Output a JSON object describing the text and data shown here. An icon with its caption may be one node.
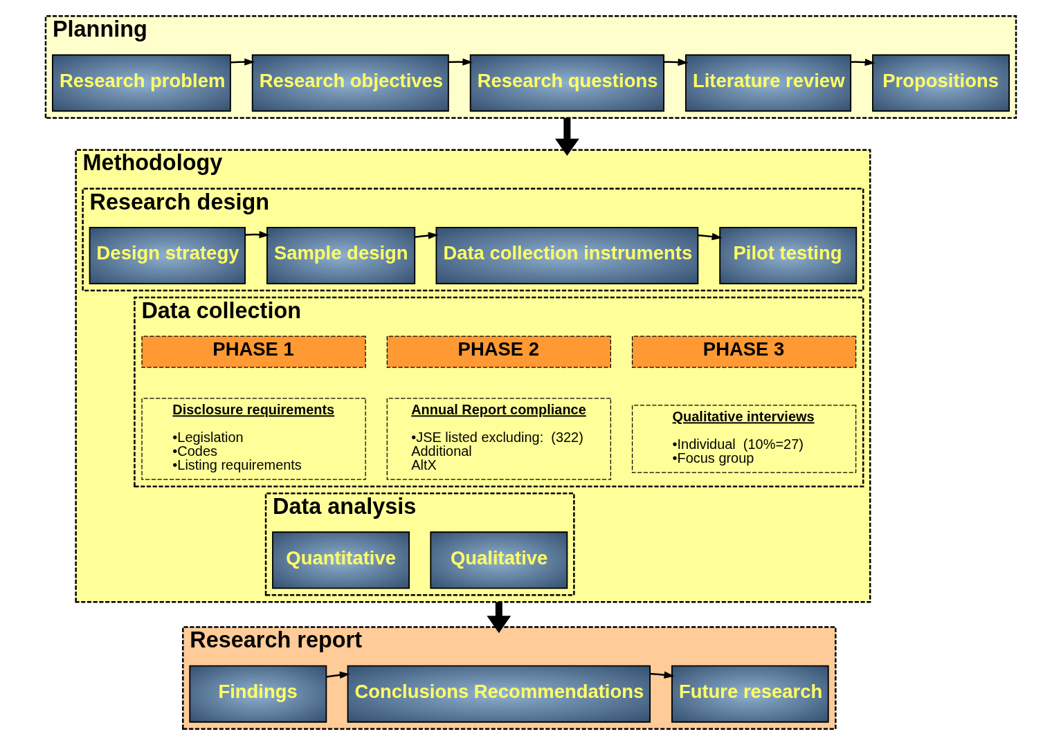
{
  "diagram": {
    "nodes": [
      {
        "text": [
          "Planning"
        ]
      },
      {
        "text": [
          "Research problem"
        ],
        "in": 0
      },
      {
        "text": [
          "Research objectives"
        ],
        "in": 0
      },
      {
        "text": [
          "Research questions"
        ],
        "in": 0
      },
      {
        "text": [
          "Literature review"
        ],
        "in": 0
      },
      {
        "text": [
          "Propositions"
        ],
        "in": 0
      },
      {
        "text": [
          "Methodology"
        ]
      },
      {
        "text": [
          "Research design"
        ],
        "in": 6
      },
      {
        "text": [
          "Design strategy"
        ],
        "in": 7
      },
      {
        "text": [
          "Sample design"
        ],
        "in": 7
      },
      {
        "text": [
          "Data collection instruments"
        ],
        "in": 7
      },
      {
        "text": [
          "Pilot testing"
        ],
        "in": 7
      },
      {
        "text": [
          "Data collection"
        ],
        "in": 6
      },
      {
        "text": [
          "PHASE 1"
        ],
        "in": 12
      },
      {
        "text": [
          "PHASE 2"
        ],
        "in": 12
      },
      {
        "text": [
          "PHASE 3"
        ],
        "in": 12
      },
      {
        "text": [
          "Disclosure requirements",
          "•Legislation",
          "•Codes",
          "•Listing requirements"
        ],
        "in": 12
      },
      {
        "text": [
          "Annual Report compliance",
          "•JSE listed excluding:  (322)",
          "Additional",
          "AltX"
        ],
        "in": 12
      },
      {
        "text": [
          "Qualitative interviews",
          "•Individual  (10%=27)",
          "•Focus group"
        ],
        "in": 12
      },
      {
        "text": [
          "Data analysis"
        ],
        "in": 6
      },
      {
        "text": [
          "Quantitative"
        ],
        "in": 19
      },
      {
        "text": [
          "Qualitative"
        ],
        "in": 19
      },
      {
        "text": [
          "Research report"
        ]
      },
      {
        "text": [
          "Findings"
        ],
        "in": 22
      },
      {
        "text": [
          "Conclusions Recommendations"
        ],
        "in": 22
      },
      {
        "text": [
          "Future research"
        ],
        "in": 22
      }
    ],
    "edges": [
      {
        "from": 1,
        "to": 2,
        "arrow": "to"
      },
      {
        "from": 2,
        "to": 3,
        "arrow": "to"
      },
      {
        "from": 3,
        "to": 4,
        "arrow": "to"
      },
      {
        "from": 4,
        "to": 5,
        "arrow": "to"
      },
      {
        "from": 0,
        "to": 6,
        "arrow": "to",
        "style": "thick"
      },
      {
        "from": 8,
        "to": 9,
        "arrow": "to"
      },
      {
        "from": 9,
        "to": 10,
        "arrow": "to"
      },
      {
        "from": 10,
        "to": 11,
        "arrow": "to"
      },
      {
        "from": 6,
        "to": 22,
        "arrow": "to",
        "style": "thick"
      },
      {
        "from": 23,
        "to": 24,
        "arrow": "to"
      },
      {
        "from": 24,
        "to": 25,
        "arrow": "to"
      }
    ]
  }
}
